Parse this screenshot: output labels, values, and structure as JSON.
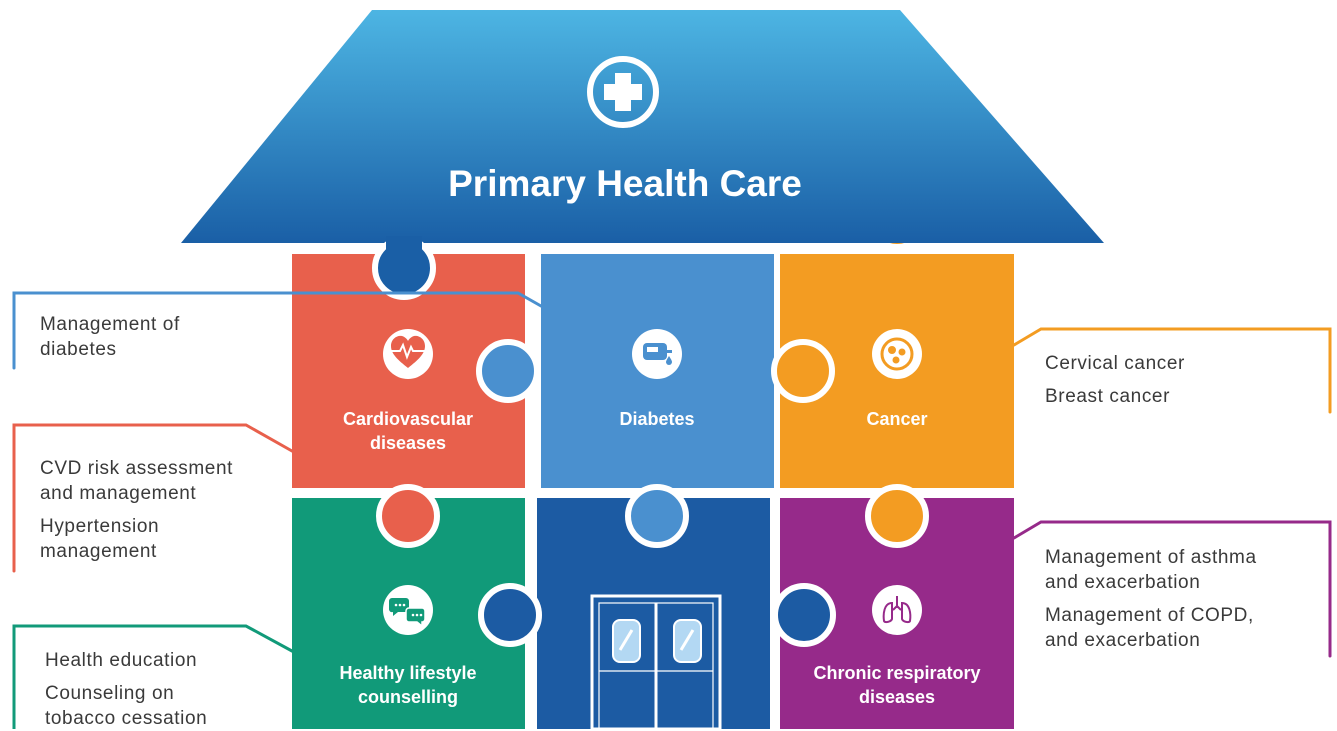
{
  "title": "Primary Health Care",
  "colors": {
    "roof_top": "#4db5e3",
    "roof_bottom": "#1a5fa6",
    "cardiovascular": "#e8604c",
    "diabetes": "#4a90cf",
    "cancer": "#f39c22",
    "lifestyle": "#119a79",
    "door_block": "#1c5ba3",
    "respiratory": "#962a8a"
  },
  "pieces": {
    "cardiovascular": {
      "label_line1": "Cardiovascular",
      "label_line2": "diseases",
      "icon": "heart-pulse-icon"
    },
    "diabetes": {
      "label": "Diabetes",
      "icon": "glucose-meter-icon"
    },
    "cancer": {
      "label": "Cancer",
      "icon": "cancer-cell-icon"
    },
    "lifestyle": {
      "label_line1": "Healthy lifestyle",
      "label_line2": "counselling",
      "icon": "speech-bubbles-icon"
    },
    "respiratory": {
      "label_line1": "Chronic respiratory",
      "label_line2": "diseases",
      "icon": "lungs-icon"
    }
  },
  "callouts": {
    "diabetes": {
      "line1": "Management of",
      "line2": "diabetes"
    },
    "cvd": {
      "item1_line1": "CVD risk assessment",
      "item1_line2": "and management",
      "item2_line1": "Hypertension",
      "item2_line2": "management"
    },
    "lifestyle": {
      "item1": "Health education",
      "item2_line1": "Counseling on",
      "item2_line2": "tobacco cessation"
    },
    "cancer": {
      "item1": "Cervical cancer",
      "item2": "Breast cancer"
    },
    "respiratory": {
      "item1_line1": "Management of asthma",
      "item1_line2": "and exacerbation",
      "item2_line1": "Management of COPD,",
      "item2_line2": "and exacerbation"
    }
  }
}
